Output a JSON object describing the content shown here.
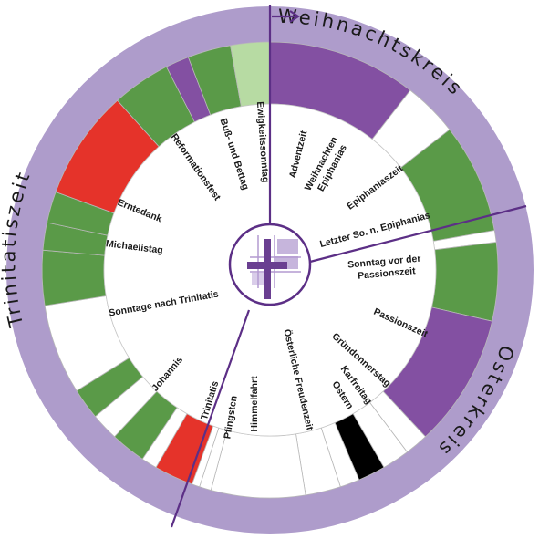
{
  "ring_labels": {
    "weihnachtskreis": "Weihnachtskreis",
    "osterkreis": "Osterkreis",
    "trinitatiszeit": "Trinitatiszeit"
  },
  "colors": {
    "ring": "#ae9ccb",
    "purple": "#8350a2",
    "green": "#5a9a48",
    "light_green": "#b7dba3",
    "red": "#e5332a",
    "black": "#000000",
    "white": "#ffffff",
    "line": "#5c2f86"
  },
  "icon": "cross-emblem-icon",
  "segments": [
    {
      "color": "purple"
    },
    {
      "color": "white"
    },
    {
      "color": "green"
    },
    {
      "color": "white"
    },
    {
      "color": "green"
    },
    {
      "color": "purple"
    },
    {
      "color": "white"
    },
    {
      "color": "white"
    },
    {
      "color": "black"
    },
    {
      "color": "white"
    },
    {
      "color": "white"
    },
    {
      "color": "white"
    },
    {
      "color": "white"
    },
    {
      "color": "white"
    },
    {
      "color": "red"
    },
    {
      "color": "white"
    },
    {
      "color": "green"
    },
    {
      "color": "white"
    },
    {
      "color": "green"
    },
    {
      "color": "white"
    },
    {
      "color": "green"
    },
    {
      "color": "green"
    },
    {
      "color": "green"
    },
    {
      "color": "red"
    },
    {
      "color": "green"
    },
    {
      "color": "purple"
    },
    {
      "color": "green"
    },
    {
      "color": "light_green"
    }
  ],
  "labels": {
    "adventzeit": "Adventzeit",
    "weihnachten": "Weihnachten",
    "epiphanias": "Epiphanias",
    "epiphaniaszeit": "Epiphaniaszeit",
    "letzter": "Letzter So. n. Epiphanias",
    "sonntag_vor": "Sonntag vor der",
    "passionszeit_line2": "Passionszeit",
    "passionszeit": "Passionszeit",
    "gruendonnerstag": "Gründonnerstag",
    "karfreitag": "Karfreitag",
    "ostern": "Ostern",
    "oesterliche": "Österliche Freudenzeit",
    "himmelfahrt": "Himmelfahrt",
    "pfingsten": "Pfingsten",
    "trinitatis": "Trinitatis",
    "johannis": "Johannis",
    "sonntage_trinitatis": "Sonntage nach Trinitatis",
    "michaelistag": "Michaelistag",
    "erntedank": "Erntedank",
    "reformationsfest": "Reformationsfest",
    "buss_bettag": "Buß- und Bettag",
    "ewigkeitssonntag": "Ewigkeitssonntag"
  }
}
